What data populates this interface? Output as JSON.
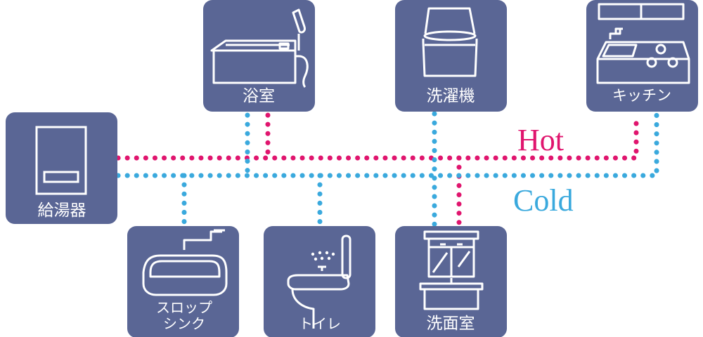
{
  "colors": {
    "tile": "#5a6695",
    "hot": "#e0156e",
    "cold": "#3aa9dd",
    "icon": "#ffffff"
  },
  "legend": {
    "hot": "Hot",
    "cold": "Cold"
  },
  "rooms": {
    "water_heater": "給湯器",
    "bathroom": "浴室",
    "laundry": "洗濯機",
    "kitchen": "キッチン",
    "slop_sink": [
      "スロップ",
      "シンク"
    ],
    "toilet": "トイレ",
    "washroom": "洗面室"
  },
  "icons": {
    "water_heater": "water-heater-icon",
    "bathroom": "bathtub-shower-icon",
    "laundry": "washing-machine-icon",
    "kitchen": "kitchen-stove-icon",
    "slop_sink": "utility-sink-icon",
    "toilet": "toilet-icon",
    "washroom": "vanity-sink-icon"
  }
}
